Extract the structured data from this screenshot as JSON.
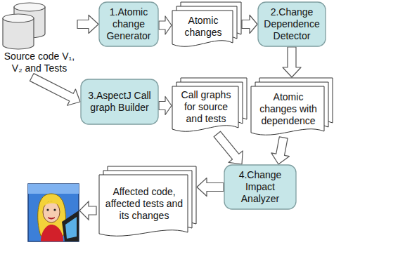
{
  "diagram": {
    "nodes": [
      {
        "text": [
          "Source code V₁, V₂ and Tests"
        ]
      },
      {
        "text": [
          "1.Atomic change Generator"
        ]
      },
      {
        "text": [
          "Atomic changes"
        ]
      },
      {
        "text": [
          "2.Change Dependence Detector"
        ]
      },
      {
        "text": [
          "Atomic changes with dependence"
        ]
      },
      {
        "text": [
          "3.AspectJ Call graph Builder"
        ]
      },
      {
        "text": [
          "Call graphs for source and tests"
        ]
      },
      {
        "text": [
          "4.Change Impact Analyzer"
        ]
      },
      {
        "text": [
          "Affected code, affected tests and its changes"
        ]
      }
    ],
    "edges": [
      {
        "from": 0,
        "to": 1,
        "arrow": "to"
      },
      {
        "from": 1,
        "to": 2,
        "arrow": "to"
      },
      {
        "from": 2,
        "to": 3,
        "arrow": "to"
      },
      {
        "from": 3,
        "to": 4,
        "arrow": "to"
      },
      {
        "from": 0,
        "to": 5,
        "arrow": "to"
      },
      {
        "from": 5,
        "to": 6,
        "arrow": "to"
      },
      {
        "from": 6,
        "to": 7,
        "arrow": "to"
      },
      {
        "from": 4,
        "to": 7,
        "arrow": "to"
      },
      {
        "from": 7,
        "to": 8,
        "arrow": "to"
      }
    ]
  }
}
